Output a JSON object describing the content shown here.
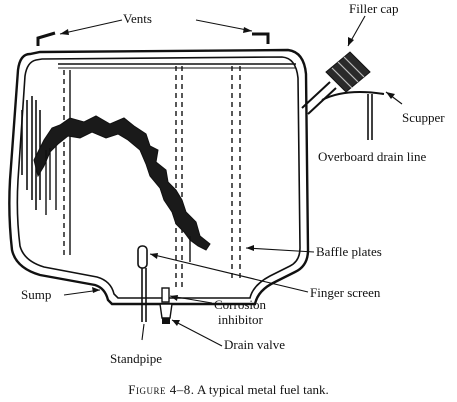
{
  "diagram": {
    "labels": {
      "vents": "Vents",
      "filler_cap": "Filler cap",
      "scupper": "Scupper",
      "overboard_drain_line": "Overboard drain line",
      "baffle_plates": "Baffle plates",
      "finger_screen": "Finger screen",
      "sump": "Sump",
      "corrosion_inhibitor_line1": "Corrosion",
      "corrosion_inhibitor_line2": "inhibitor",
      "drain_valve": "Drain valve",
      "standpipe": "Standpipe"
    },
    "caption": {
      "figure": "Figure 4–8.",
      "text": "A typical metal fuel tank."
    }
  }
}
